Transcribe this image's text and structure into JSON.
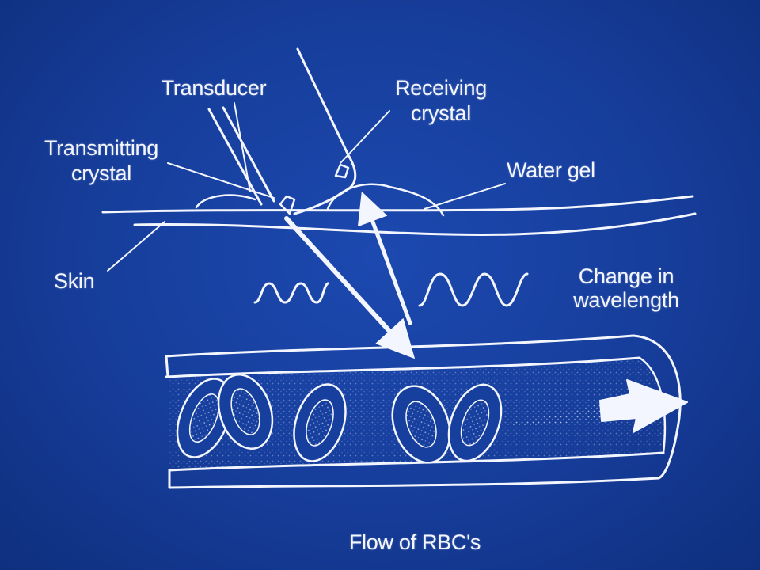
{
  "labels": {
    "transducer": "Transducer",
    "receiving_crystal_1": "Receiving",
    "receiving_crystal_2": "crystal",
    "transmitting_crystal_1": "Transmitting",
    "transmitting_crystal_2": "crystal",
    "water_gel": "Water gel",
    "skin": "Skin",
    "change_wavelength_1": "Change in",
    "change_wavelength_2": "wavelength",
    "flow": "Flow of RBC's"
  },
  "colors": {
    "background": "#163d9a",
    "line": "#f4f6ff"
  }
}
